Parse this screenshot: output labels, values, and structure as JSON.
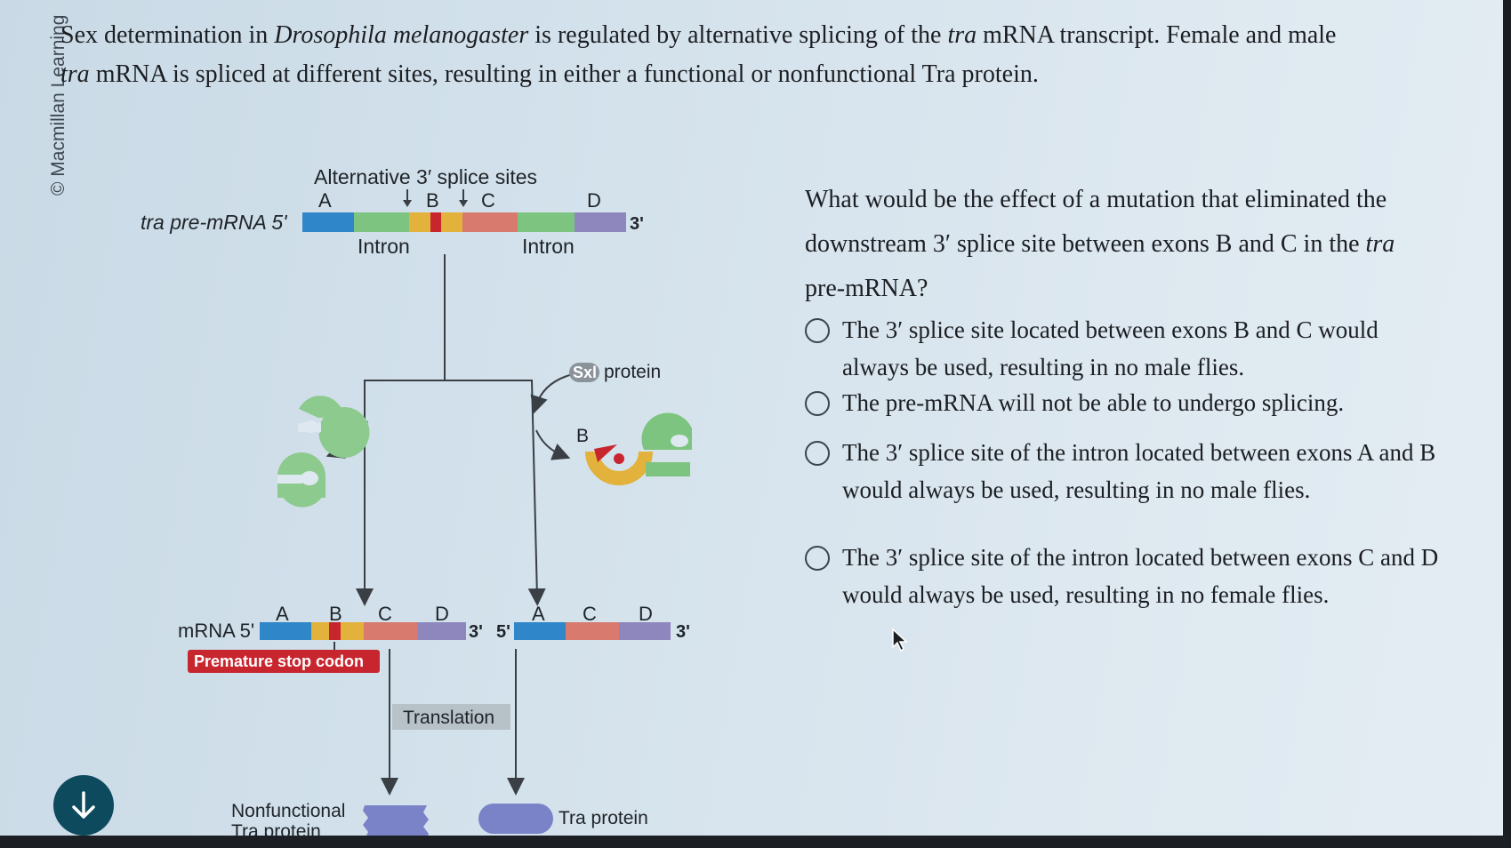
{
  "watermark": "© Macmillan Learning",
  "intro": {
    "p1": "Sex determination in ",
    "species": "Drosophila melanogaster",
    "p2": " is regulated by alternative splicing of the ",
    "gene1": "tra",
    "p3": " mRNA transcript. Female and male ",
    "gene2": "tra",
    "p4": " mRNA is spliced at different sites, resulting in either a functional or nonfunctional Tra protein."
  },
  "diagram": {
    "alt_sites_label": "Alternative 3′ splice sites",
    "premrna_label": "tra pre-mRNA 5'",
    "exon_a": "A",
    "exon_b": "B",
    "exon_c": "C",
    "exon_d": "D",
    "three_prime": "3'",
    "five_prime": "5'",
    "intron1": "Intron",
    "intron2": "Intron",
    "sxl_badge": "Sxl",
    "sxl_protein": "protein",
    "sxl_b": "B",
    "mrna_label": "mRNA 5'",
    "stop_codon": "Premature stop codon",
    "translation": "Translation",
    "nonfunctional_1": "Nonfunctional",
    "nonfunctional_2": "Tra protein",
    "tra_protein": "Tra protein"
  },
  "question": {
    "q1": "What would be the effect of a mutation that eliminated the downstream 3′ splice site between exons B and C in the ",
    "q_gene": "tra",
    "q2": " pre-mRNA?"
  },
  "options": [
    {
      "label": "The 3′ splice site located between exons B and C would always be used, resulting in no male flies."
    },
    {
      "label": "The pre-mRNA will not be able to undergo splicing."
    },
    {
      "label": "The 3′ splice site of the intron located between exons A and B would always be used, resulting in no male flies."
    },
    {
      "label": "The 3′ splice site of the intron located between exons C and D would always be used, resulting in no female flies."
    }
  ],
  "colors": {
    "exon_a": "#2f86c9",
    "exon_b": "#e3b23c",
    "stop": "#c8262f",
    "exon_c": "#d97a6f",
    "exon_d": "#8e87be",
    "intron": "#7cc47f",
    "protein": "#7a82c8"
  }
}
